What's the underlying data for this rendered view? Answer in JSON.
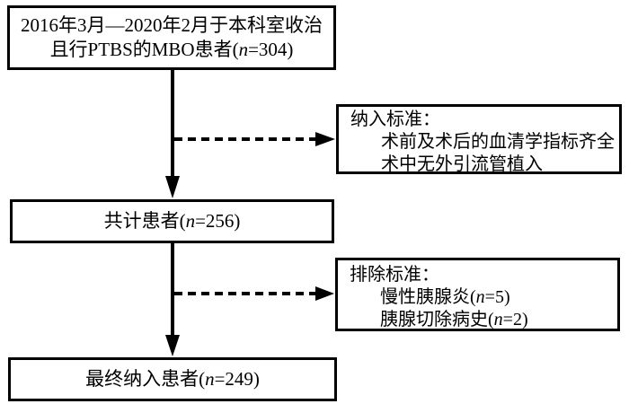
{
  "figure": {
    "type": "patient-selection-flowchart",
    "background_color": "#ffffff",
    "line_color": "#000000",
    "border_color": "#000000"
  },
  "flow": {
    "top_box": {
      "line1": "2016年3月—2020年2月于本科室收治",
      "line2_pre": "且行PTBS的MBO患者(",
      "line2_var": "n",
      "line2_post": "=304)"
    },
    "include_box": {
      "title": "纳入标准：",
      "item1": "术前及术后的血清学指标齐全",
      "item2": "术中无外引流管植入"
    },
    "total_box": {
      "pre": "共计患者(",
      "var": "n",
      "post": "=256)"
    },
    "exclude_box": {
      "title": "排除标准：",
      "item1_pre": "慢性胰腺炎(",
      "item1_var": "n",
      "item1_post": "=5)",
      "item2_pre": "胰腺切除病史(",
      "item2_var": "n",
      "item2_post": "=2)"
    },
    "final_box": {
      "pre": "最终纳入患者(",
      "var": "n",
      "post": "=249)"
    }
  }
}
